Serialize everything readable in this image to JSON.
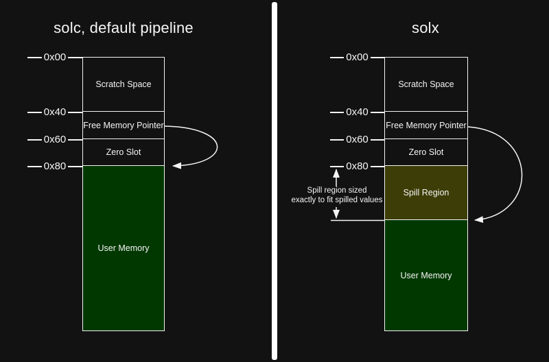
{
  "left": {
    "title": "solc, default pipeline",
    "ticks": [
      "0x00",
      "0x40",
      "0x60",
      "0x80"
    ],
    "rows": [
      {
        "label": "Scratch Space"
      },
      {
        "label": "Free Memory Pointer"
      },
      {
        "label": "Zero Slot"
      },
      {
        "label": "User Memory"
      }
    ]
  },
  "right": {
    "title": "solx",
    "ticks": [
      "0x00",
      "0x40",
      "0x60",
      "0x80"
    ],
    "rows": [
      {
        "label": "Scratch Space"
      },
      {
        "label": "Free Memory Pointer"
      },
      {
        "label": "Zero Slot"
      },
      {
        "label": "Spill Region"
      },
      {
        "label": "User Memory"
      }
    ],
    "annotation": [
      "Spill region sized",
      "exactly to fit spilled values"
    ]
  },
  "colors": {
    "background": "#121212",
    "line": "#f5f5f5",
    "user_memory_fill": "#003800",
    "spill_region_fill": "#3d3d08"
  }
}
